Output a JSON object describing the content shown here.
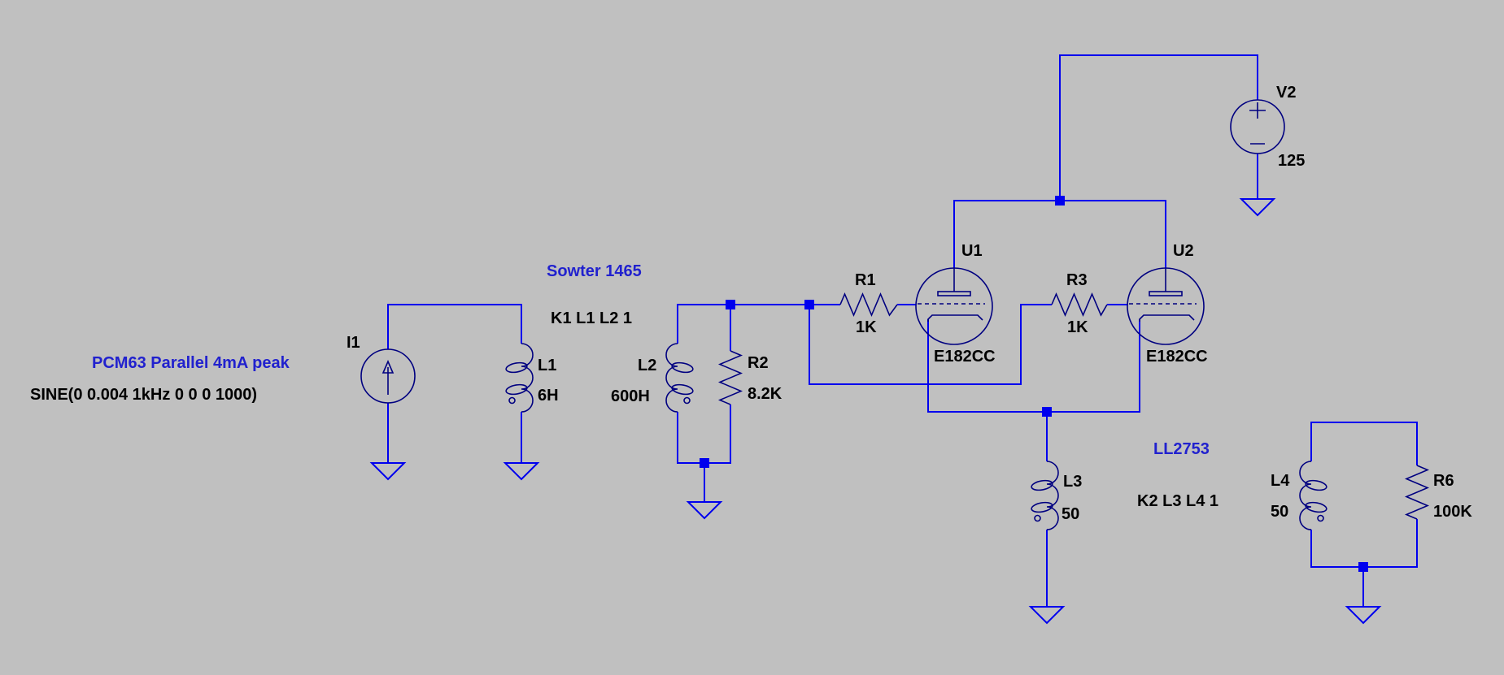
{
  "app": {
    "name": "LTspice schematic editor",
    "background": "#c0c0c0"
  },
  "colors": {
    "background": "#c0c0c0",
    "wire": "#0000ee",
    "symbol": "#000080",
    "junction": "#0000ee",
    "label_text": "#000000",
    "comment_text": "#2121ce"
  },
  "comments": {
    "input_note": "PCM63 Parallel 4mA peak",
    "input_transformer": "Sowter 1465",
    "output_transformer": "LL2753"
  },
  "directives": {
    "i1_sine": "SINE(0 0.004 1kHz 0 0 0 1000)",
    "k1_coupling": "K1 L1 L2 1",
    "k2_coupling": "K2 L3 L4 1"
  },
  "components": {
    "i1": {
      "name": "I1"
    },
    "l1": {
      "name": "L1",
      "value": "6H"
    },
    "l2": {
      "name": "L2",
      "value": "600H"
    },
    "r2": {
      "name": "R2",
      "value": "8.2K"
    },
    "r1": {
      "name": "R1",
      "value": "1K"
    },
    "u1": {
      "name": "U1",
      "value": "E182CC"
    },
    "r3": {
      "name": "R3",
      "value": "1K"
    },
    "u2": {
      "name": "U2",
      "value": "E182CC"
    },
    "v2": {
      "name": "V2",
      "value": "125"
    },
    "l3": {
      "name": "L3",
      "value": "50"
    },
    "l4": {
      "name": "L4",
      "value": "50"
    },
    "r6": {
      "name": "R6",
      "value": "100K"
    }
  }
}
